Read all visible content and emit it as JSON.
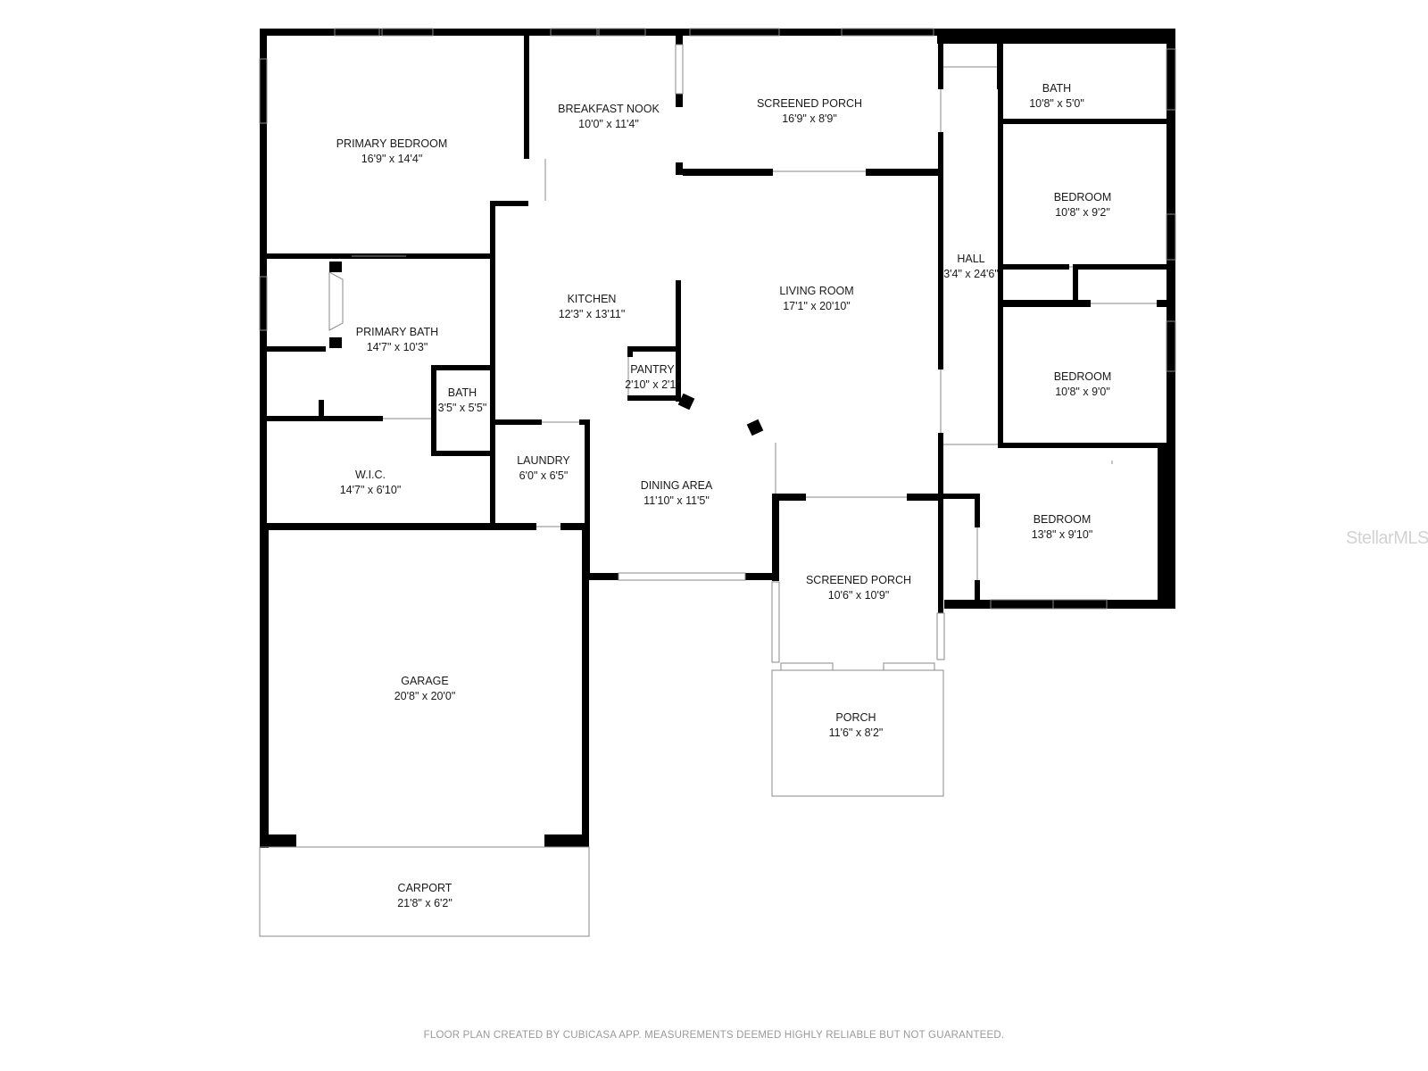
{
  "rooms": {
    "primary_bedroom": {
      "name": "PRIMARY BEDROOM",
      "dims": "16'9\" x 14'4\""
    },
    "breakfast_nook": {
      "name": "BREAKFAST NOOK",
      "dims": "10'0\" x 11'4\""
    },
    "screened_porch_top": {
      "name": "SCREENED PORCH",
      "dims": "16'9\" x 8'9\""
    },
    "bath_top": {
      "name": "BATH",
      "dims": "10'8\" x 5'0\""
    },
    "bedroom_1": {
      "name": "BEDROOM",
      "dims": "10'8\" x 9'2\""
    },
    "hall": {
      "name": "HALL",
      "dims": "3'4\" x 24'6\""
    },
    "kitchen": {
      "name": "KITCHEN",
      "dims": "12'3\" x 13'11\""
    },
    "living_room": {
      "name": "LIVING ROOM",
      "dims": "17'1\" x 20'10\""
    },
    "primary_bath": {
      "name": "PRIMARY BATH",
      "dims": "14'7\" x 10'3\""
    },
    "pantry": {
      "name": "PANTRY",
      "dims": "2'10\" x 2'1\""
    },
    "bath_small": {
      "name": "BATH",
      "dims": "3'5\" x 5'5\""
    },
    "bedroom_2": {
      "name": "BEDROOM",
      "dims": "10'8\" x 9'0\""
    },
    "wic": {
      "name": "W.I.C.",
      "dims": "14'7\" x 6'10\""
    },
    "laundry": {
      "name": "LAUNDRY",
      "dims": "6'0\" x 6'5\""
    },
    "dining_area": {
      "name": "DINING AREA",
      "dims": "11'10\" x 11'5\""
    },
    "bedroom_3": {
      "name": "BEDROOM",
      "dims": "13'8\" x 9'10\""
    },
    "screened_porch_bottom": {
      "name": "SCREENED PORCH",
      "dims": "10'6\" x 10'9\""
    },
    "garage": {
      "name": "GARAGE",
      "dims": "20'8\" x 20'0\""
    },
    "porch": {
      "name": "PORCH",
      "dims": "11'6\" x 8'2\""
    },
    "carport": {
      "name": "CARPORT",
      "dims": "21'8\" x 6'2\""
    }
  },
  "watermark": "StellarMLS",
  "footer": "FLOOR PLAN CREATED BY CUBICASA APP. MEASUREMENTS DEEMED HIGHLY RELIABLE BUT NOT GUARANTEED.",
  "colors": {
    "wall": "#000000",
    "window": "#9a9a9a",
    "text": "#1a1a1a"
  }
}
